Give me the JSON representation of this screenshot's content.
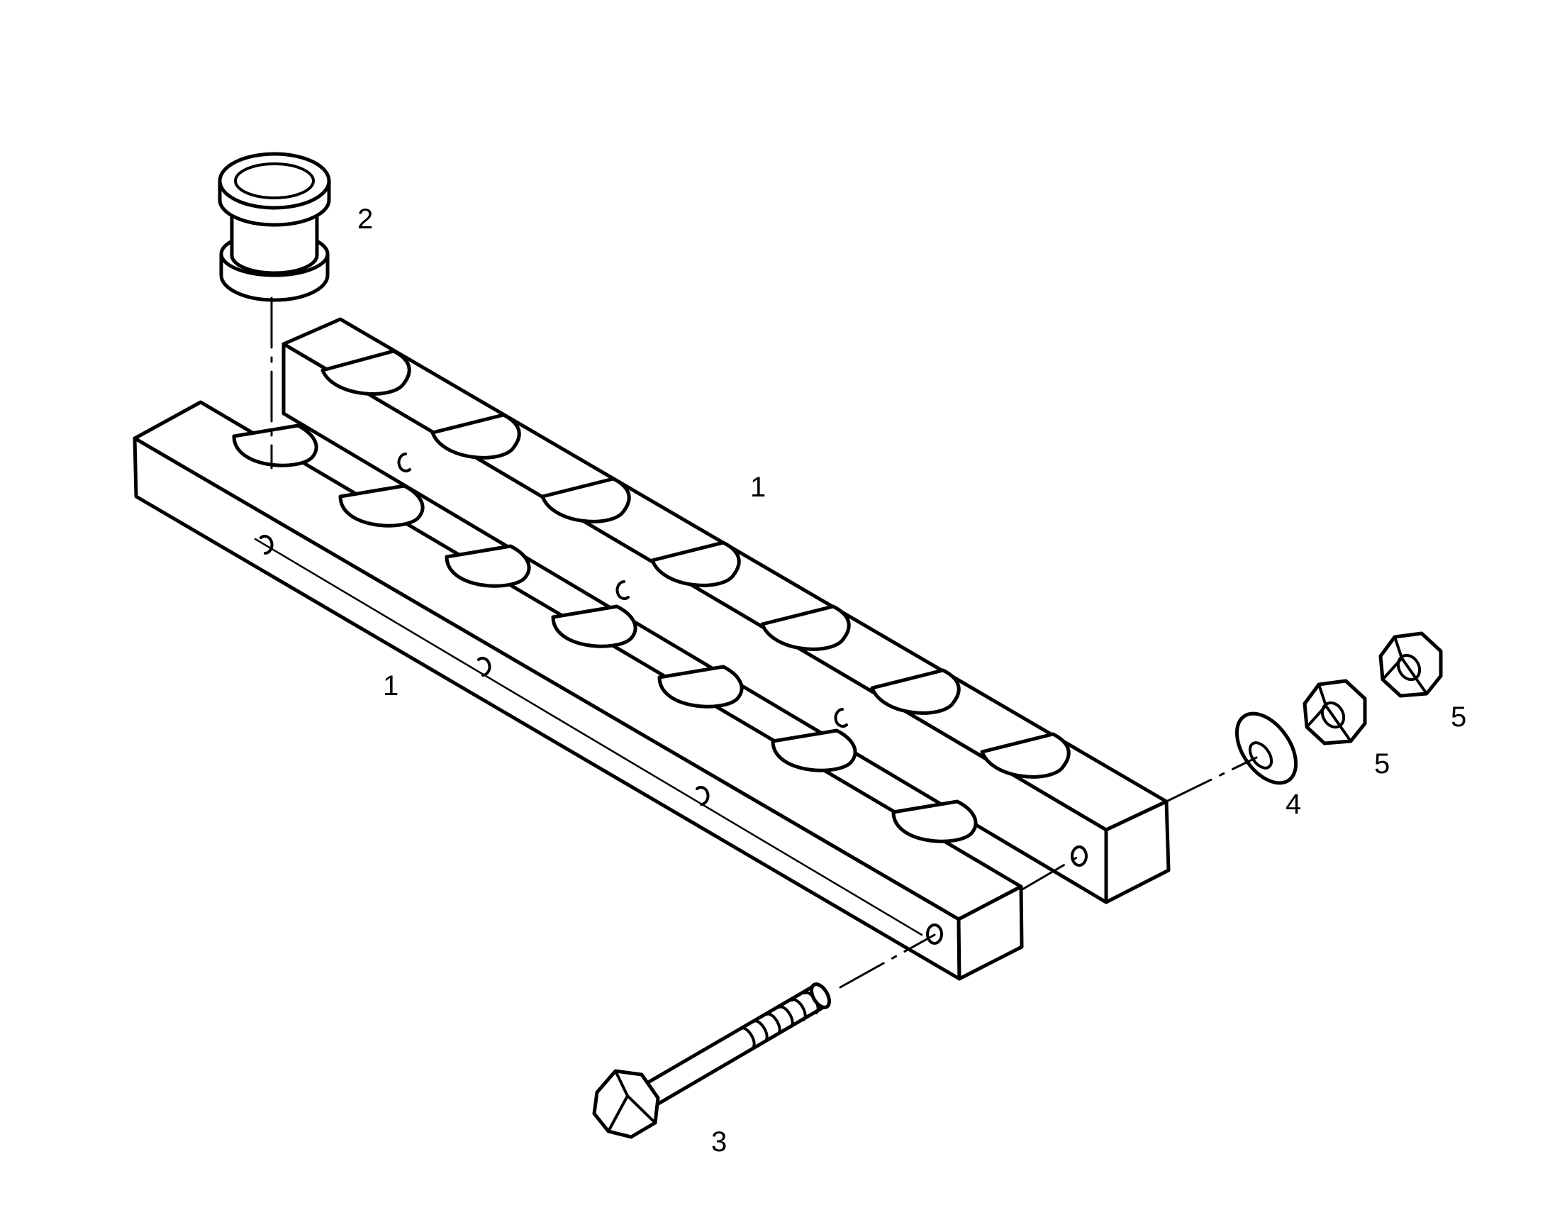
{
  "diagram": {
    "type": "exploded-parts-view",
    "colors": {
      "line": "#000000",
      "background": "#ffffff"
    },
    "callouts": [
      {
        "id": "front-bar",
        "label": "1"
      },
      {
        "id": "rear-bar",
        "label": "1"
      },
      {
        "id": "sleeve",
        "label": "2"
      },
      {
        "id": "bolt",
        "label": "3"
      },
      {
        "id": "washer",
        "label": "4"
      },
      {
        "id": "nut-a",
        "label": "5"
      },
      {
        "id": "nut-b",
        "label": "5"
      }
    ]
  }
}
